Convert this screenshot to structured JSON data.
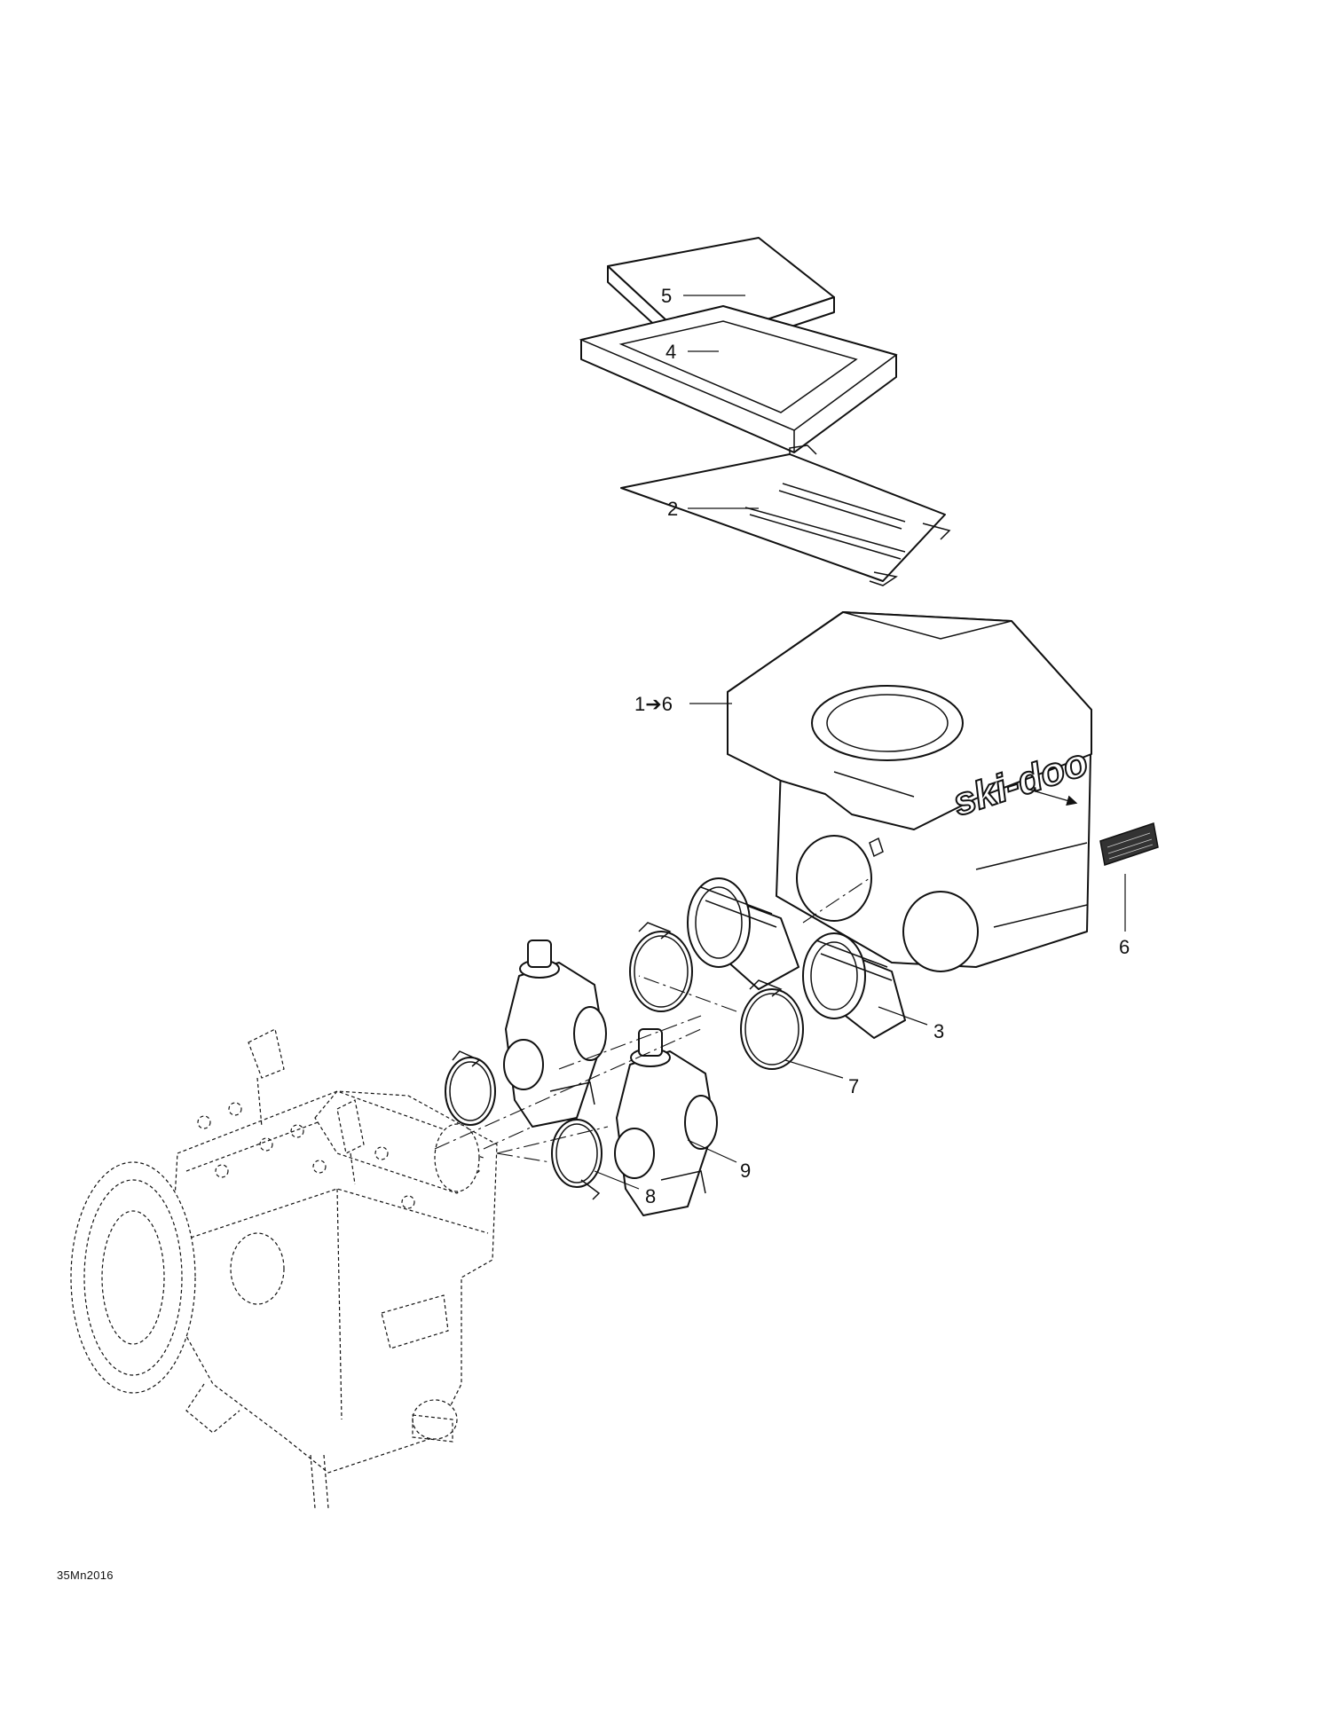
{
  "callouts": {
    "c5": "5",
    "c4": "4",
    "c2": "2",
    "c1": "1",
    "c1_arrow": "➔",
    "c1_target": "6",
    "c6": "6",
    "c3": "3",
    "c7": "7",
    "c8": "8",
    "c9": "9"
  },
  "logo_text": "ski-doo",
  "figure_code": "35Mn2016"
}
